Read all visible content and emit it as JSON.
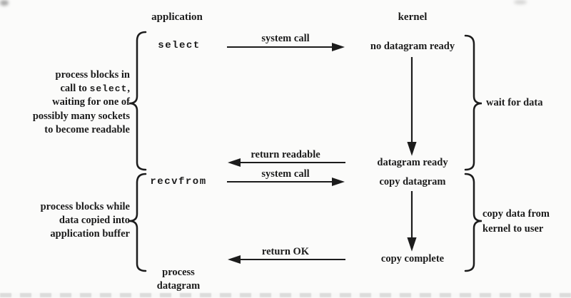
{
  "headers": {
    "application": "application",
    "kernel": "kernel"
  },
  "application_column": {
    "select": "select",
    "recvfrom": "recvfrom",
    "process_datagram": {
      "line1": "process",
      "line2": "datagram"
    }
  },
  "kernel_column": {
    "no_datagram_ready": "no datagram ready",
    "datagram_ready": "datagram ready",
    "copy_datagram": "copy datagram",
    "copy_complete": "copy complete"
  },
  "arrows": {
    "system_call_1": "system call",
    "return_readable": "return readable",
    "system_call_2": "system call",
    "return_ok": "return OK"
  },
  "annotations": {
    "select_block": {
      "line1": "process blocks in",
      "line2_pre": "call to ",
      "line2_code": "select",
      "line2_post": ",",
      "line3": "waiting for one of",
      "line4": "possibly many sockets",
      "line5": "to become readable"
    },
    "recvfrom_block": {
      "line1": "process blocks while",
      "line2": "data copied into",
      "line3": "application buffer"
    },
    "wait_for_data": "wait for data",
    "copy_data": {
      "line1": "copy data from",
      "line2": "kernel to user"
    }
  },
  "colors": {
    "ink": "#1c1c1c",
    "background": "#fbfbfa"
  }
}
